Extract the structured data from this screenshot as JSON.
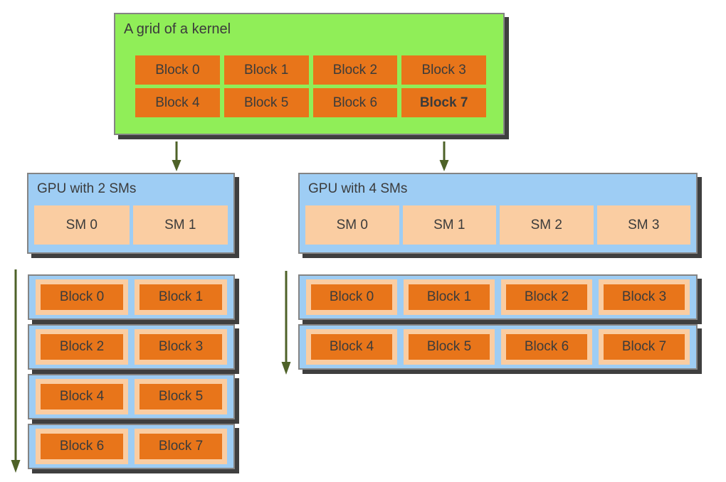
{
  "palette": {
    "kernel_box_green": "#90EE58",
    "gpu_box_blue": "#9ECDF4",
    "block_orange": "#E8751A",
    "sm_peach": "#FACDA2",
    "arrow_olive": "#4E6228",
    "panel_border_gray": "#848484",
    "drop_shadow_gray": "#3F3F3F",
    "text_dark": "#3B3B3B"
  },
  "icons": {
    "down_arrow": "↓",
    "execution_order_arrow": "↓"
  },
  "kernel_grid": {
    "title": "A grid of a kernel",
    "blocks": [
      "Block 0",
      "Block 1",
      "Block 2",
      "Block 3",
      "Block 4",
      "Block 5",
      "Block 6",
      "Block 7"
    ],
    "bold_block": "Block 7"
  },
  "gpu_2sm": {
    "title": "GPU with 2 SMs",
    "sms": [
      "SM 0",
      "SM 1"
    ],
    "queue_rows": [
      [
        "Block 0",
        "Block 1"
      ],
      [
        "Block 2",
        "Block 3"
      ],
      [
        "Block 4",
        "Block 5"
      ],
      [
        "Block 6",
        "Block 7"
      ]
    ]
  },
  "gpu_4sm": {
    "title": "GPU with 4 SMs",
    "sms": [
      "SM 0",
      "SM 1",
      "SM 2",
      "SM 3"
    ],
    "queue_rows": [
      [
        "Block 0",
        "Block 1",
        "Block 2",
        "Block 3"
      ],
      [
        "Block 4",
        "Block 5",
        "Block 6",
        "Block 7"
      ]
    ]
  }
}
